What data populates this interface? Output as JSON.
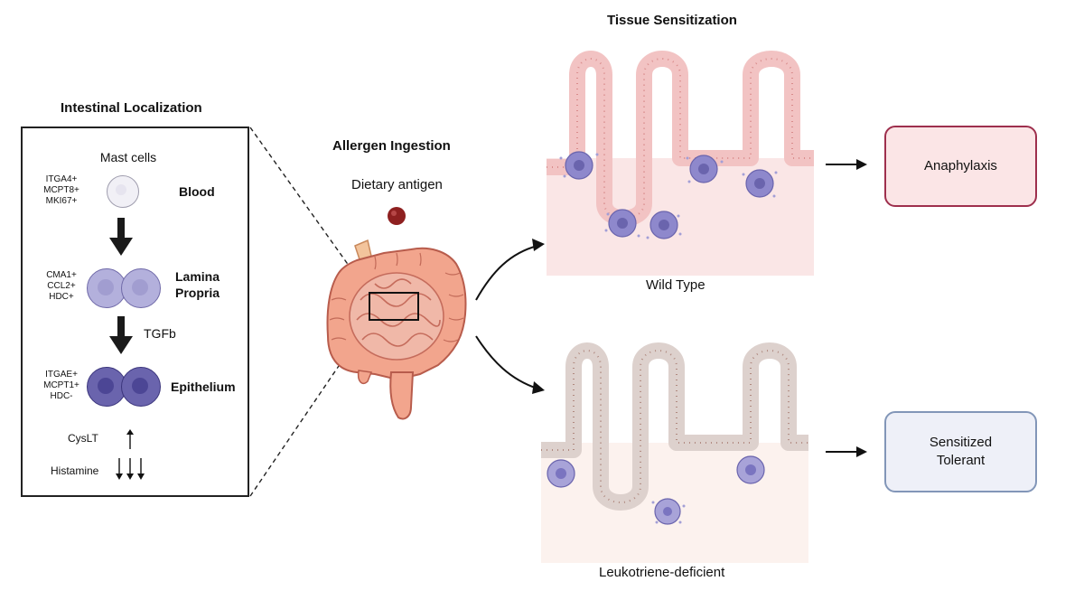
{
  "left_panel": {
    "title": "Intestinal Localization",
    "cells_title": "Mast cells",
    "blood": {
      "markers": [
        "ITGA4+",
        "MCPT8+",
        "MKI67+"
      ],
      "label": "Blood"
    },
    "lamina": {
      "markers": [
        "CMA1+",
        "CCL2+",
        "HDC+"
      ],
      "label_line1": "Lamina",
      "label_line2": "Propria"
    },
    "transition_label": "TGFb",
    "epithelium": {
      "markers": [
        "ITGAE+",
        "MCPT1+",
        "HDC-"
      ],
      "label": "Epithelium"
    },
    "cyslt": {
      "label": "CysLT",
      "direction": "up"
    },
    "histamine": {
      "label": "Histamine",
      "direction": "down"
    }
  },
  "center": {
    "title": "Allergen Ingestion",
    "antigen_label": "Dietary antigen"
  },
  "right": {
    "title": "Tissue Sensitization",
    "top_tissue": {
      "label": "Wild Type",
      "outcome": "Anaphylaxis"
    },
    "bottom_tissue": {
      "label": "Leukotriene-deficient",
      "outcome_line1": "Sensitized",
      "outcome_line2": "Tolerant"
    }
  },
  "colors": {
    "wild_type_epithelium": "#f2c3c3",
    "wild_type_tissue": "#fae6e6",
    "deficient_epithelium": "#ddd1cd",
    "deficient_tissue": "#fcf2ee",
    "anaphylaxis_border": "#9e2f4d",
    "anaphylaxis_fill": "#fbe5e6",
    "tolerant_border": "#8296b8",
    "tolerant_fill": "#eef0f8",
    "mast_cell": "#8e88cc"
  }
}
